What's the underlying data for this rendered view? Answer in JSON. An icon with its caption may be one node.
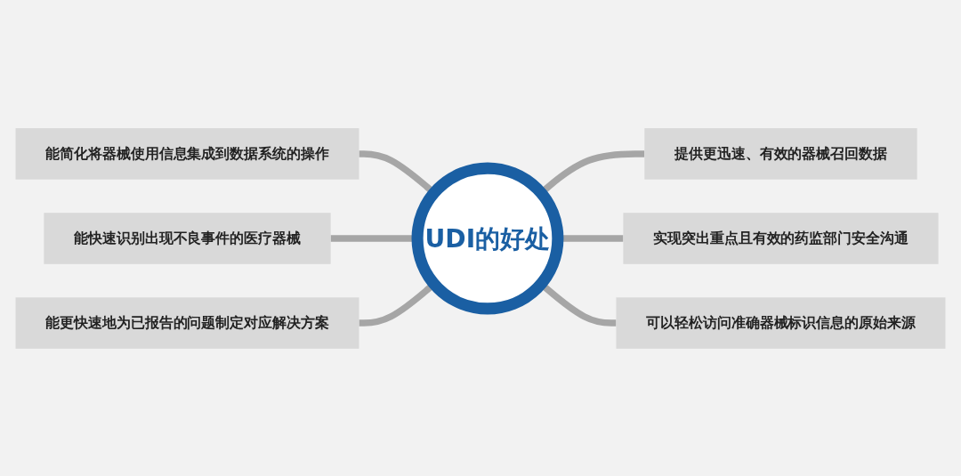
{
  "diagram": {
    "nodes": [
      {
        "text": [
          "UDI的好处"
        ]
      },
      {
        "text": [
          "能简化将器械使用信息集成到数据系统的操作"
        ]
      },
      {
        "text": [
          "提供更迅速、有效的器械召回数据"
        ]
      },
      {
        "text": [
          "能快速识别出现不良事件的医疗器械"
        ]
      },
      {
        "text": [
          "实现突出重点且有效的药监部门安全沟通"
        ]
      },
      {
        "text": [
          "能更快速地为已报告的问题制定对应解决方案"
        ]
      },
      {
        "text": [
          "可以轻松访问准确器械标识信息的原始来源"
        ]
      }
    ],
    "edges": [
      {
        "from": 1,
        "to": 0,
        "arrow": "none"
      },
      {
        "from": 0,
        "to": 2,
        "arrow": "none"
      },
      {
        "from": 3,
        "to": 0,
        "arrow": "none"
      },
      {
        "from": 0,
        "to": 4,
        "arrow": "none"
      },
      {
        "from": 5,
        "to": 0,
        "arrow": "none"
      },
      {
        "from": 0,
        "to": 6,
        "arrow": "none"
      }
    ]
  }
}
